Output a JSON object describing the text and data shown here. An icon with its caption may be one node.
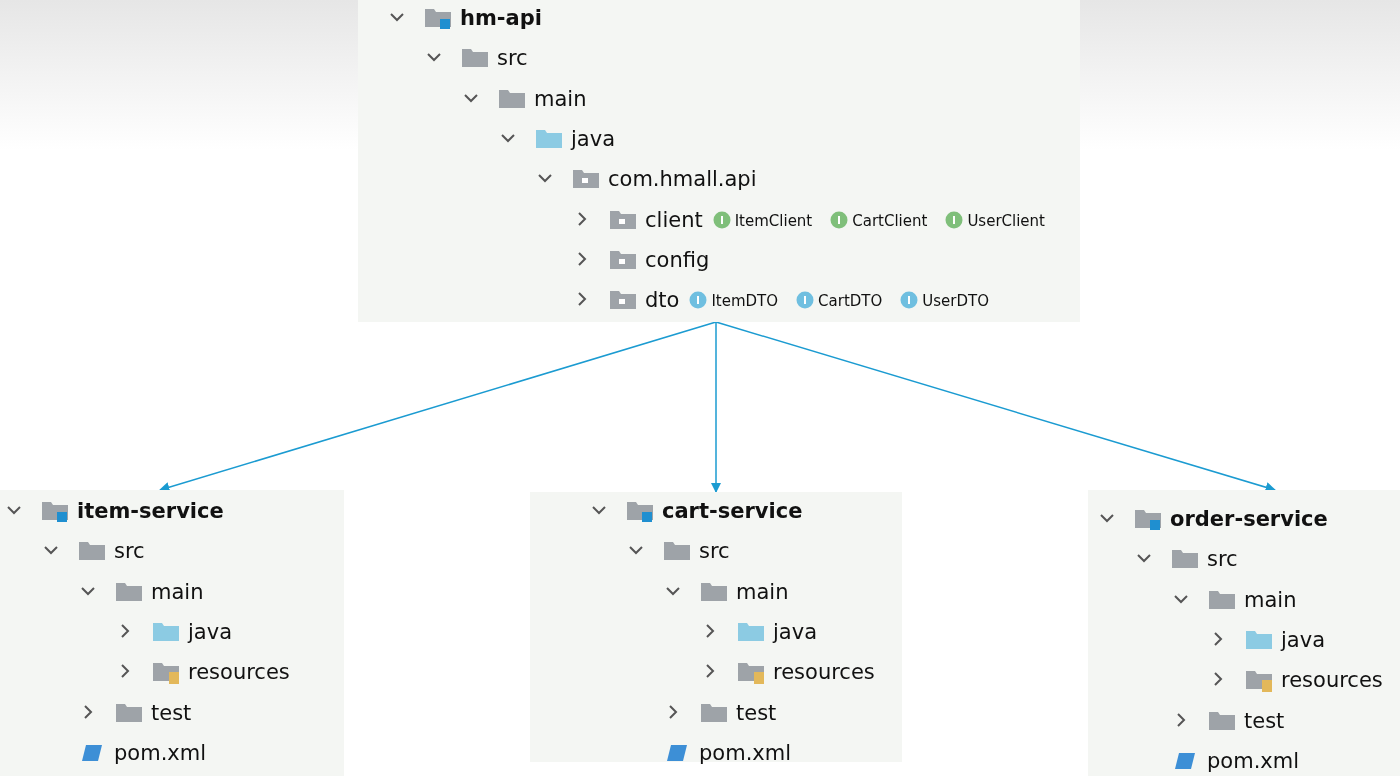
{
  "diagram": {
    "nodes": [
      {
        "text": [
          "hm-api",
          "src",
          "main",
          "java",
          "com.hmall.api",
          "client",
          "ItemClient",
          "CartClient",
          "UserClient",
          "config",
          "dto",
          "ItemDTO",
          "CartDTO",
          "UserDTO"
        ]
      },
      {
        "text": [
          "item-service",
          "src",
          "main",
          "java",
          "resources",
          "test",
          "pom.xml"
        ]
      },
      {
        "text": [
          "cart-service",
          "src",
          "main",
          "java",
          "resources",
          "test",
          "pom.xml"
        ]
      },
      {
        "text": [
          "order-service",
          "src",
          "main",
          "java",
          "resources",
          "test",
          "pom.xml"
        ]
      }
    ],
    "edges": [
      {
        "from": 0,
        "to": 1,
        "arrow": "to"
      },
      {
        "from": 0,
        "to": 2,
        "arrow": "to"
      },
      {
        "from": 0,
        "to": 3,
        "arrow": "to"
      }
    ]
  }
}
